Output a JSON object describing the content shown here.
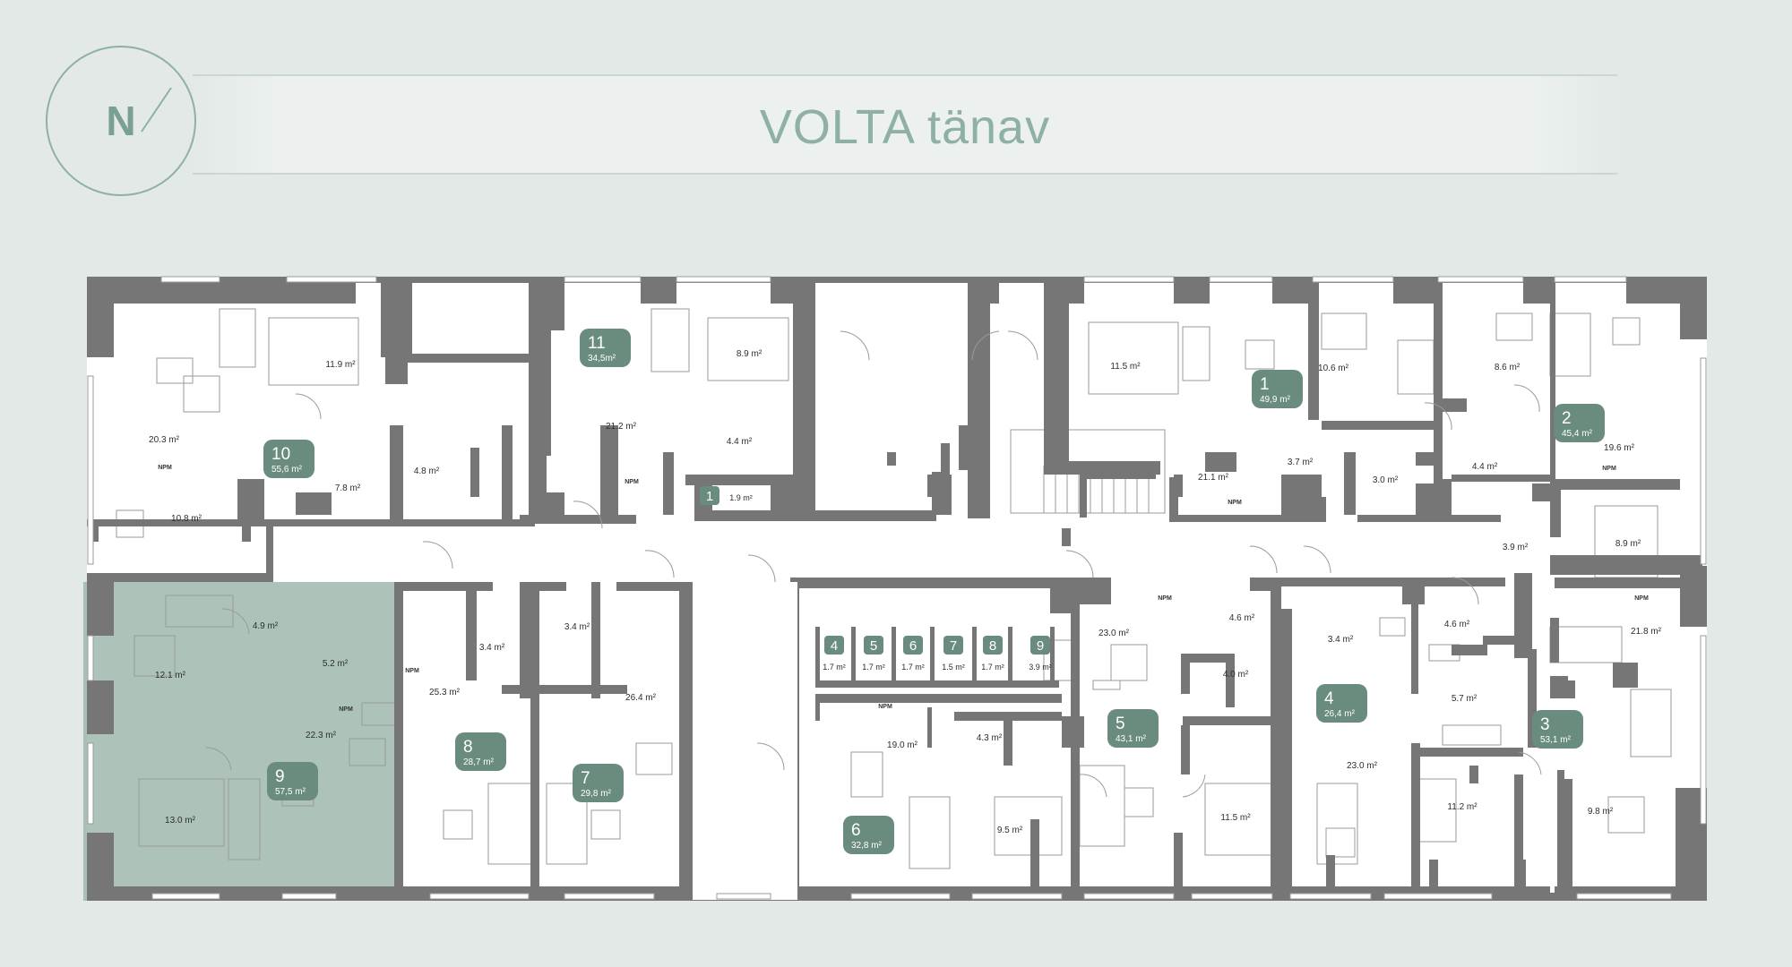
{
  "street": {
    "name": "VOLTA tänav"
  },
  "compass": {
    "letter": "N"
  },
  "colors": {
    "wall": "#767676",
    "floor": "#ffffff",
    "badge": "#6a8c7e",
    "highlight": "#9fb9ad",
    "background": "#e3e9e6"
  },
  "icons": [
    "compass-icon",
    "door-swing-icon",
    "stairs-icon",
    "bed-icon",
    "sofa-icon",
    "table-icon",
    "bathtub-icon",
    "toilet-icon",
    "sink-icon",
    "stove-icon"
  ],
  "npm_label": "NPM",
  "apartments": [
    {
      "num": "1",
      "area": "49,9 m²"
    },
    {
      "num": "2",
      "area": "45,4 m²"
    },
    {
      "num": "3",
      "area": "53,1 m²"
    },
    {
      "num": "4",
      "area": "26,4 m²"
    },
    {
      "num": "5",
      "area": "43,1 m²"
    },
    {
      "num": "6",
      "area": "32,8 m²"
    },
    {
      "num": "7",
      "area": "29,8 m²"
    },
    {
      "num": "8",
      "area": "28,7 m²"
    },
    {
      "num": "9",
      "area": "57,5 m²"
    },
    {
      "num": "10",
      "area": "55,6 m²"
    },
    {
      "num": "11",
      "area": "34,5m²"
    }
  ],
  "highlighted_apartment": "9",
  "storage_units": [
    {
      "num": "1",
      "area": "1.9 m²"
    },
    {
      "num": "4",
      "area": "1.7 m²"
    },
    {
      "num": "5",
      "area": "1.7 m²"
    },
    {
      "num": "6",
      "area": "1.7 m²"
    },
    {
      "num": "7",
      "area": "1.5 m²"
    },
    {
      "num": "8",
      "area": "1.7 m²"
    },
    {
      "num": "9",
      "area": "3.9 m²"
    }
  ],
  "room_areas": [
    "20.3 m²",
    "11.9 m²",
    "10.8 m²",
    "7.8 m²",
    "4.8 m²",
    "21.2 m²",
    "8.9 m²",
    "4.4 m²",
    "11.5 m²",
    "21.1 m²",
    "10.6 m²",
    "3.7 m²",
    "3.0 m²",
    "8.6 m²",
    "4.4 m²",
    "19.6 m²",
    "3.9 m²",
    "8.9 m²",
    "12.1 m²",
    "4.9 m²",
    "5.2 m²",
    "22.3 m²",
    "13.0 m²",
    "3.4 m²",
    "25.3 m²",
    "3.4 m²",
    "26.4 m²",
    "19.0 m²",
    "4.3 m²",
    "9.5 m²",
    "23.0 m²",
    "4.6 m²",
    "4.0 m²",
    "11.5 m²",
    "3.4 m²",
    "23.0 m²",
    "4.6 m²",
    "21.8 m²",
    "5.7 m²",
    "11.2 m²",
    "9.8 m²"
  ]
}
